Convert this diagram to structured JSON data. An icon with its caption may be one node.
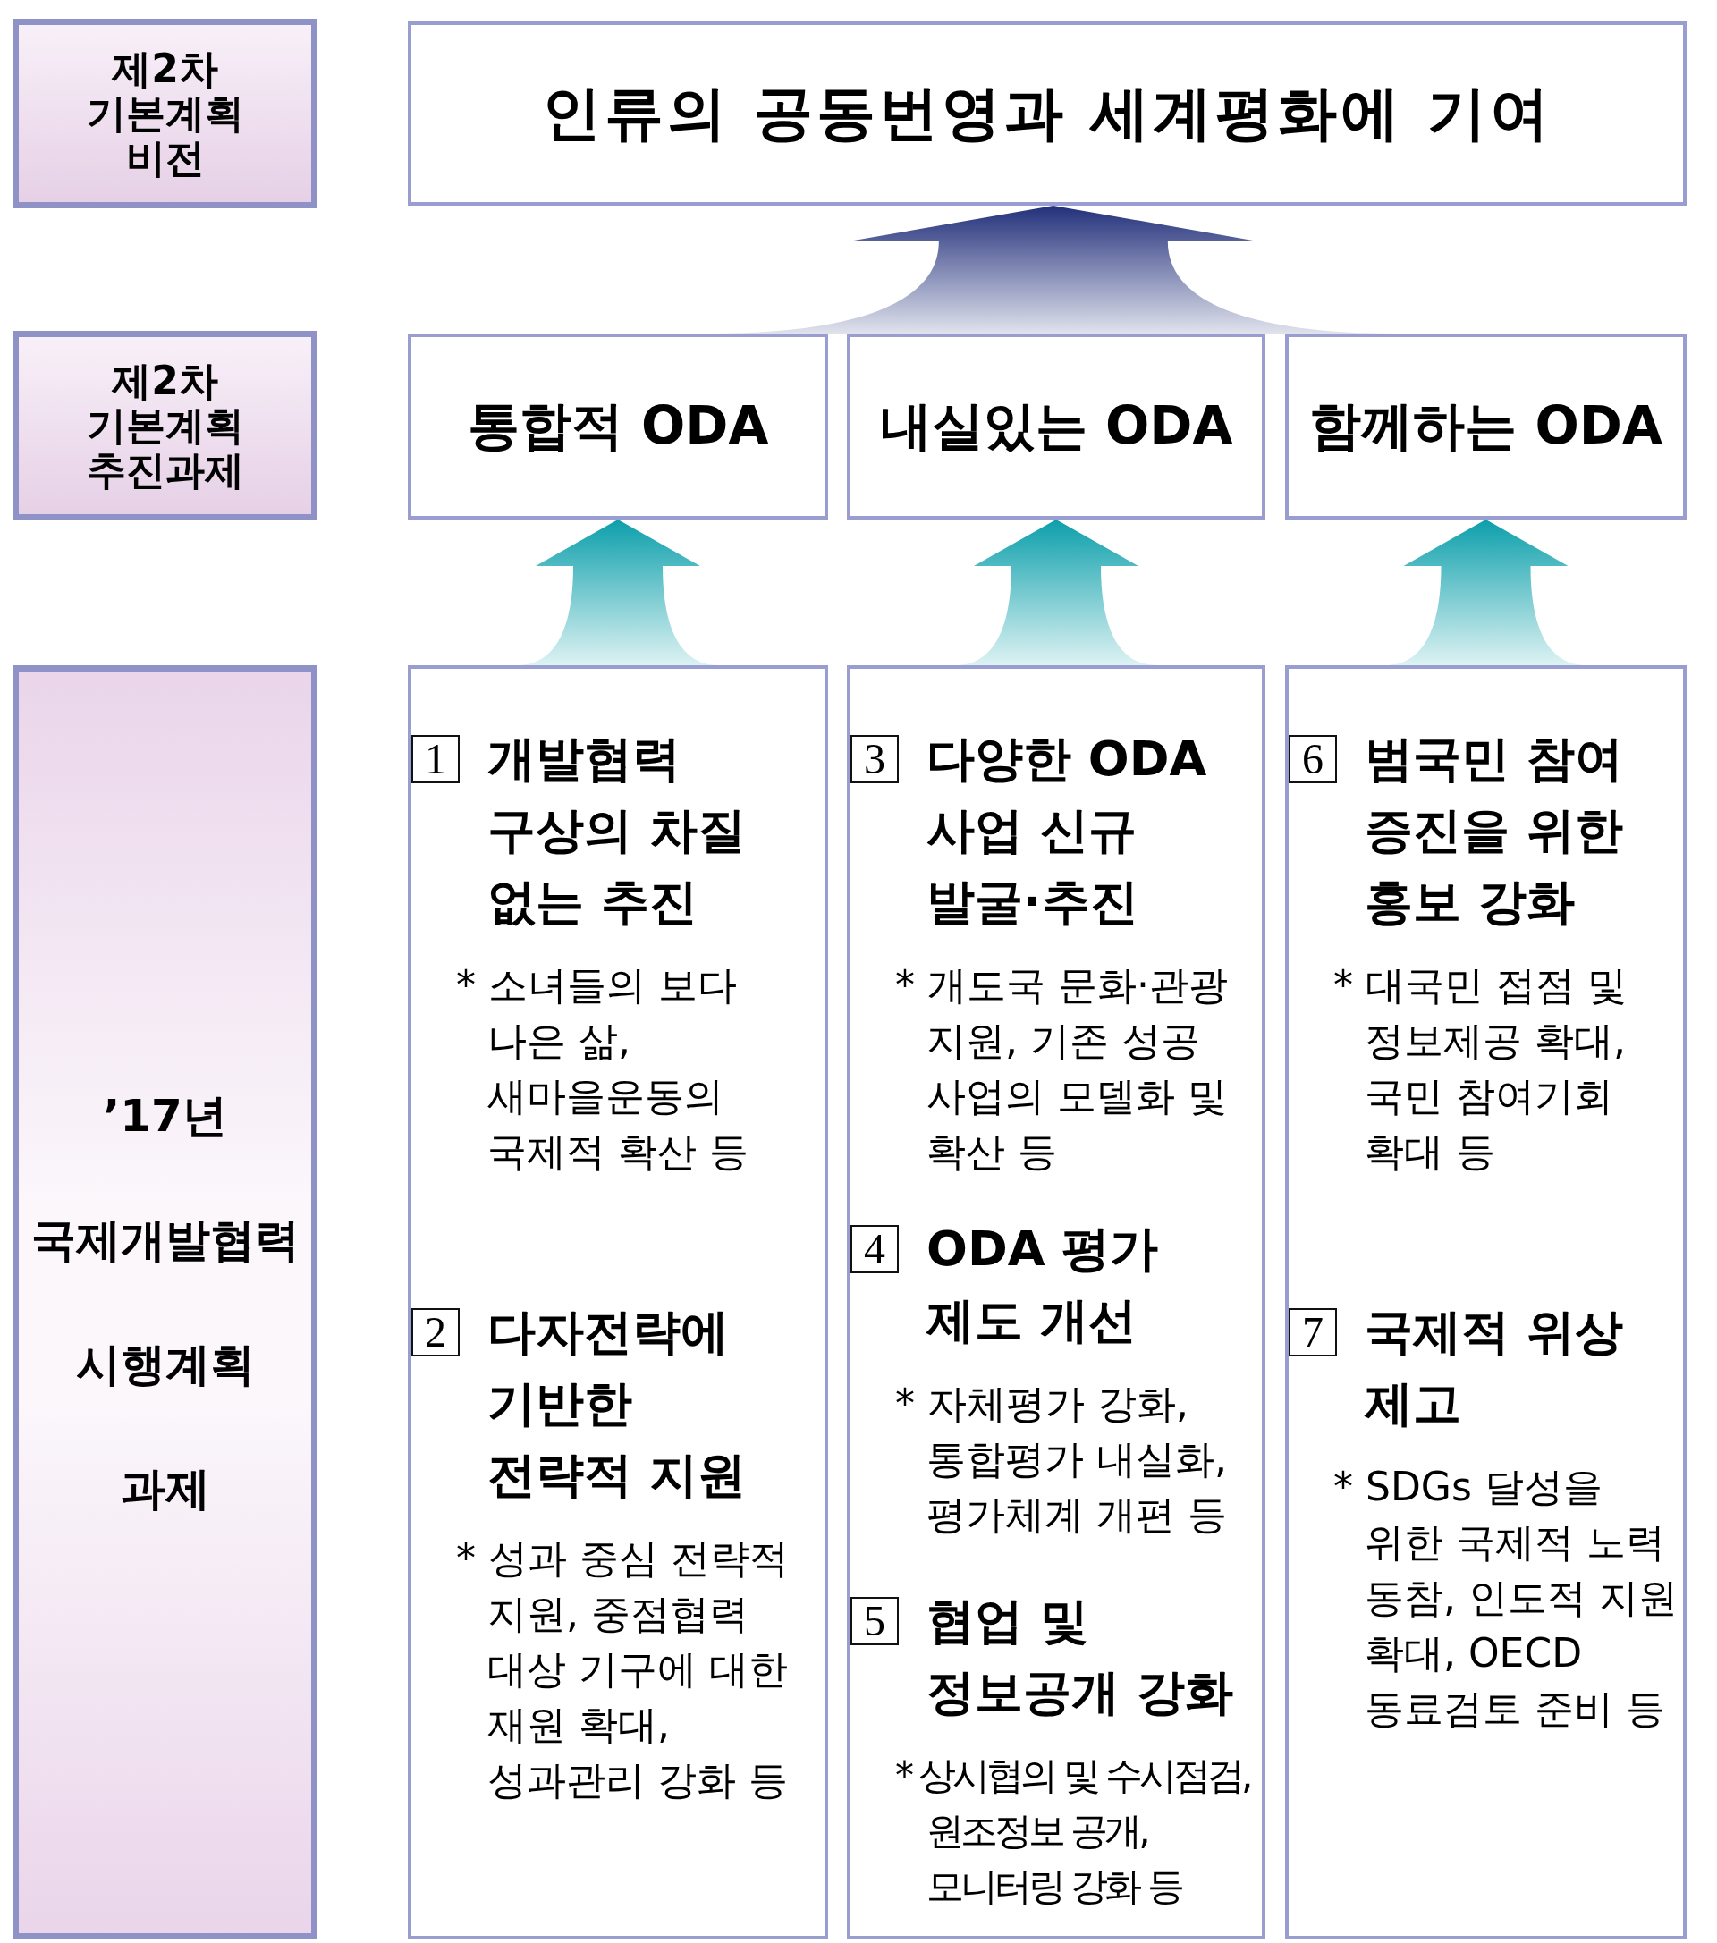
{
  "diagram": {
    "nodes": [
      {
        "text": [
          "제2차 기본계획 비전"
        ]
      },
      {
        "text": [
          "인류의 공동번영과 세계평화에 기여"
        ]
      },
      {
        "text": [
          "제2차 기본계획 추진과제"
        ]
      },
      {
        "text": [
          "통합적 ODA"
        ]
      },
      {
        "text": [
          "내실있는 ODA"
        ]
      },
      {
        "text": [
          "함께하는 ODA"
        ]
      },
      {
        "text": [
          "’17년 국제개발협력 시행계획 과제"
        ]
      },
      {
        "text": [
          "1",
          "개발협력 구상의 차질 없는 추진",
          "* 소녀들의 보다 나은 삶, 새마을운동의 국제적 확산 등",
          "2",
          "다자전략에 기반한 전략적 지원",
          "* 성과 중심 전략적 지원, 중점협력 대상 기구에 대한 재원 확대, 성과관리 강화 등"
        ]
      },
      {
        "text": [
          "3",
          "다양한 ODA 사업 신규 발굴·추진",
          "* 개도국 문화·관광 지원, 기존 성공 사업의 모델화 및 확산 등",
          "4",
          "ODA 평가 제도 개선",
          "* 자체평가 강화, 통합평가 내실화, 평가체계 개편 등",
          "5",
          "협업 및 정보공개 강화",
          "* 상시협의 및 수시점검, 원조정보 공개, 모니터링 강화 등"
        ]
      },
      {
        "text": [
          "6",
          "범국민 참여 증진을 위한 홍보 강화",
          "* 대국민 접점 및 정보제공 확대, 국민 참여기회 확대 등",
          "7",
          "국제적 위상 제고",
          "* SDGs 달성을 위한 국제적 노력 동참, 인도적 지원 확대, OECD 동료검토 준비 등"
        ]
      }
    ],
    "edges": [
      {
        "from": 3,
        "to": 1,
        "arrow": "to",
        "color": "#22307a"
      },
      {
        "from": 4,
        "to": 1,
        "arrow": "to",
        "color": "#22307a"
      },
      {
        "from": 5,
        "to": 1,
        "arrow": "to",
        "color": "#22307a"
      },
      {
        "from": 7,
        "to": 3,
        "arrow": "to"
      },
      {
        "from": 8,
        "to": 4,
        "arrow": "to"
      },
      {
        "from": 9,
        "to": 5,
        "arrow": "to"
      }
    ]
  }
}
